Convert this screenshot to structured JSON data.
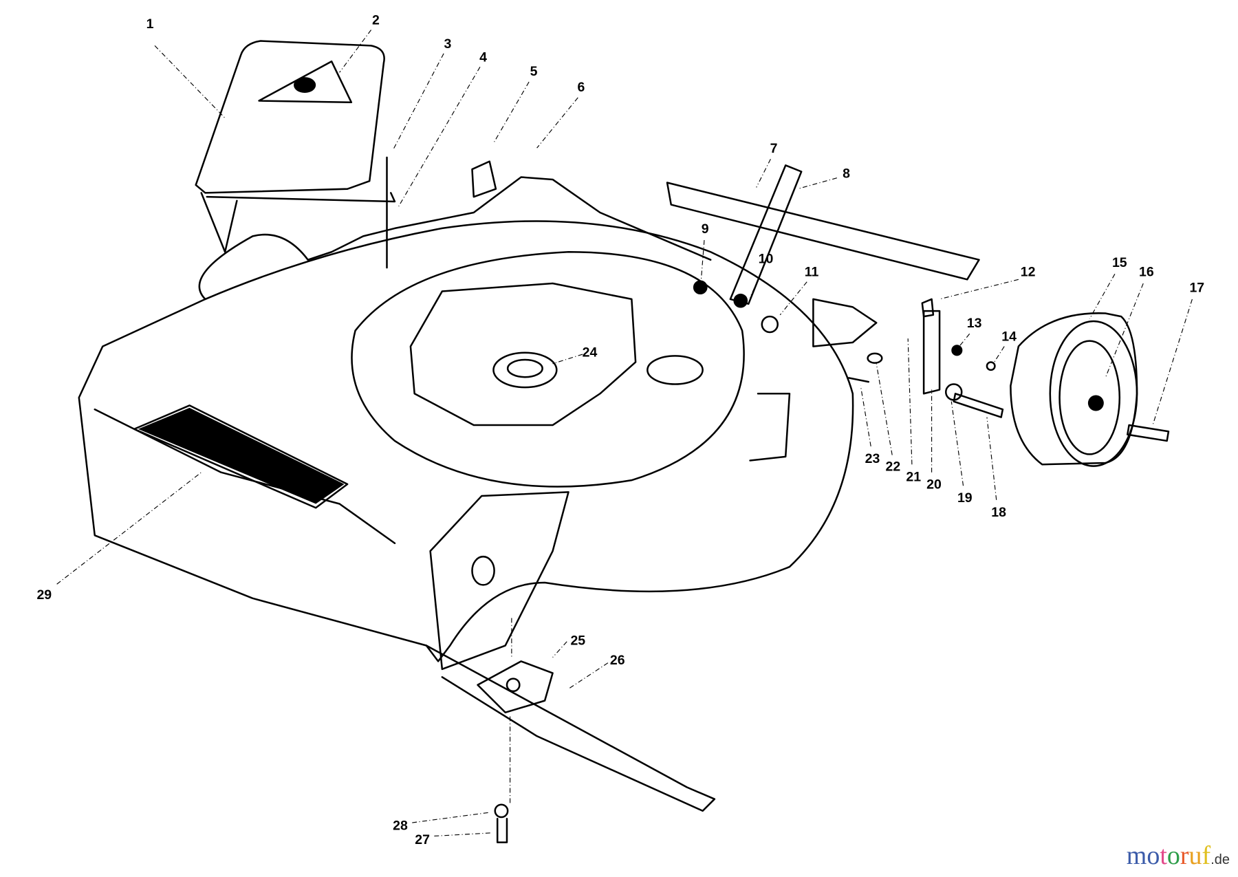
{
  "diagram": {
    "labels": [
      "1",
      "2",
      "3",
      "4",
      "5",
      "6",
      "7",
      "8",
      "9",
      "10",
      "11",
      "12",
      "13",
      "14",
      "15",
      "16",
      "17",
      "18",
      "19",
      "20",
      "21",
      "22",
      "23",
      "24",
      "25",
      "26",
      "27",
      "28",
      "29"
    ]
  },
  "watermark": {
    "letters": [
      "m",
      "o",
      "t",
      "o",
      "r",
      "u",
      "f"
    ],
    "colors": [
      "#3b5ba9",
      "#3b5ba9",
      "#e24a8a",
      "#2e9e4a",
      "#e85a2a",
      "#e8a020",
      "#e0c020"
    ],
    "suffix": ".de"
  }
}
